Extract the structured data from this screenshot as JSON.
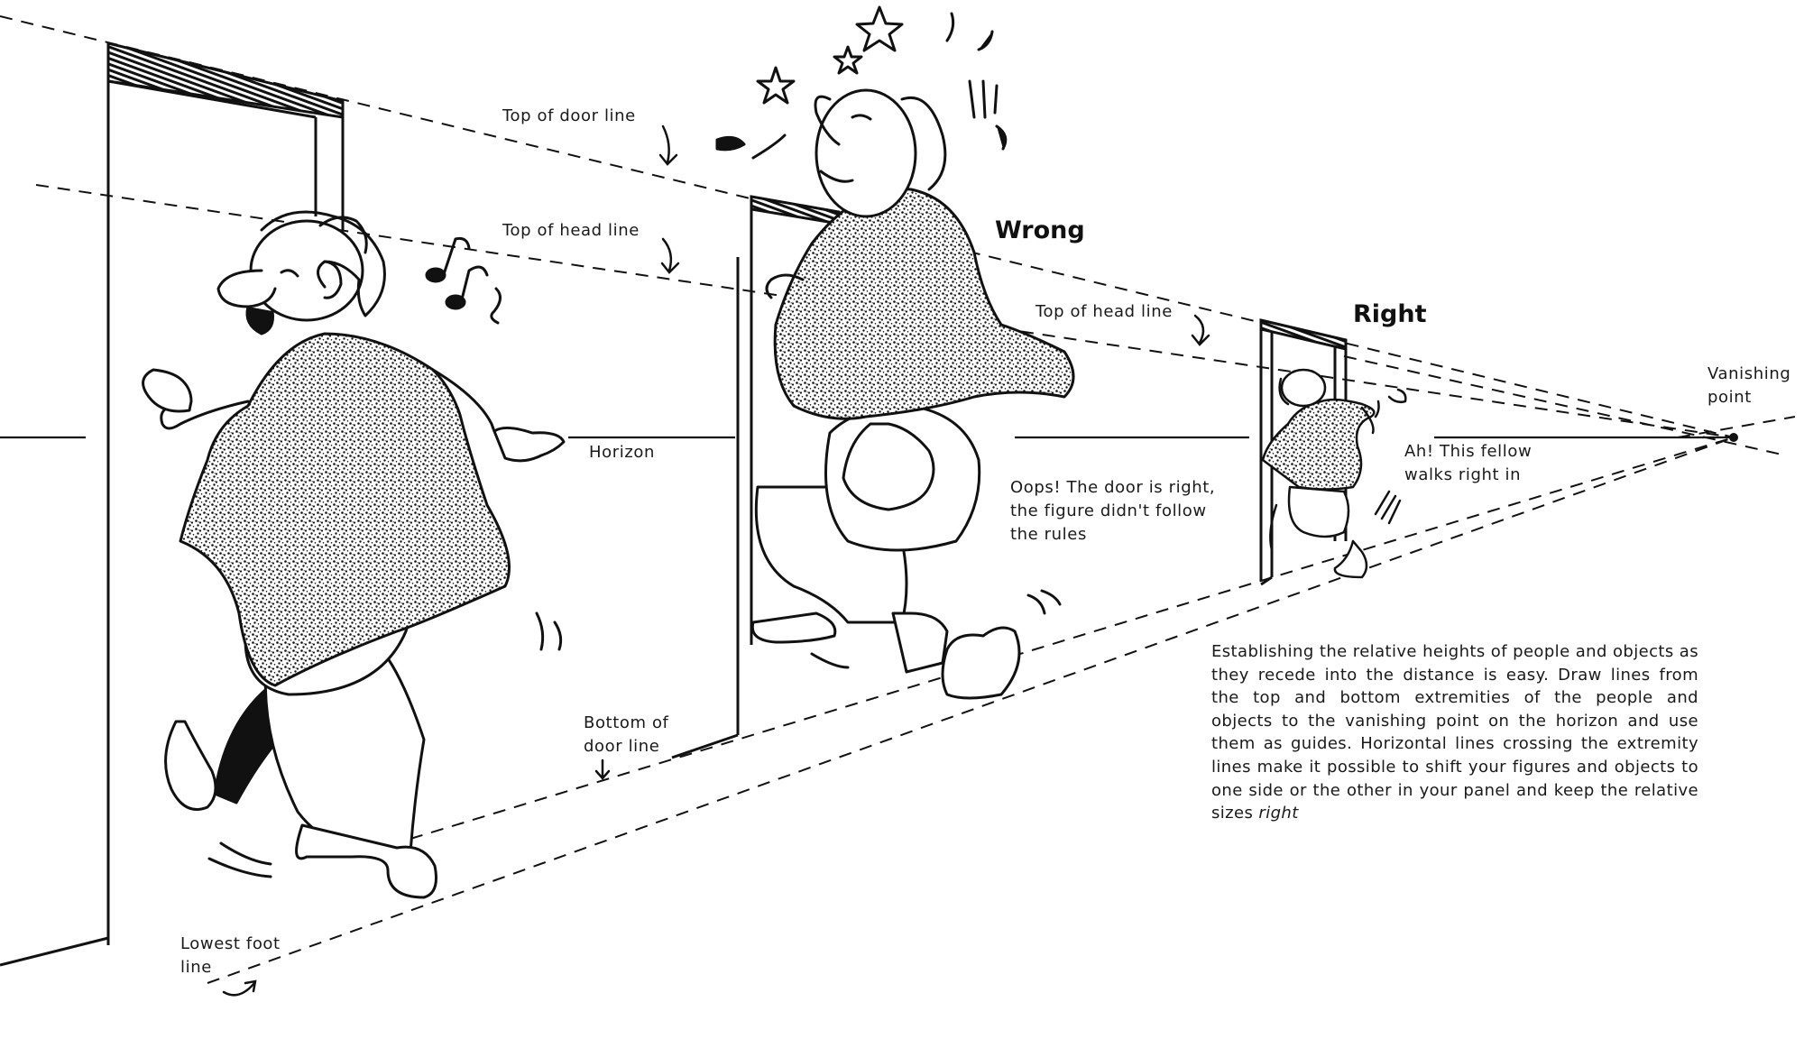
{
  "labels": {
    "top_of_door_line": "Top of door line",
    "top_of_head_line_1": "Top of head line",
    "top_of_head_line_2": "Top of head line",
    "horizon": "Horizon",
    "bottom_of_door_line": "Bottom of\ndoor line",
    "lowest_foot_line": "Lowest foot\nline",
    "vanishing_point": "Vanishing\npoint",
    "wrong": "Wrong",
    "right": "Right",
    "oops_note": "Oops! The door is right,\nthe figure didn't follow\nthe rules",
    "ah_note": "Ah! This fellow\nwalks right in"
  },
  "explanation": {
    "text": "Establishing the relative heights of people and objects as they recede into the distance is easy. Draw lines from the top and bottom extremities of the people and objects to the vanishing point on the horizon and use them as guides. Horizontal lines crossing the extremity lines make it possible to shift your figures and objects to one side or the other in your panel and keep the relative sizes",
    "emphasis": "right"
  },
  "colors": {
    "ink": "#111111",
    "paper": "#ffffff"
  }
}
